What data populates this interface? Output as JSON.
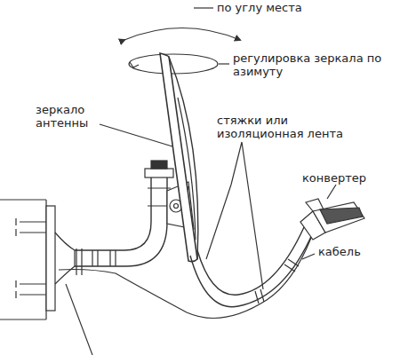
{
  "diagram": {
    "labels": [
      "по углу места",
      "регулировка зеркала по азимуту",
      "зеркало антенны",
      "стяжки или изоляционная лента",
      "конвертер",
      "кабель"
    ]
  }
}
